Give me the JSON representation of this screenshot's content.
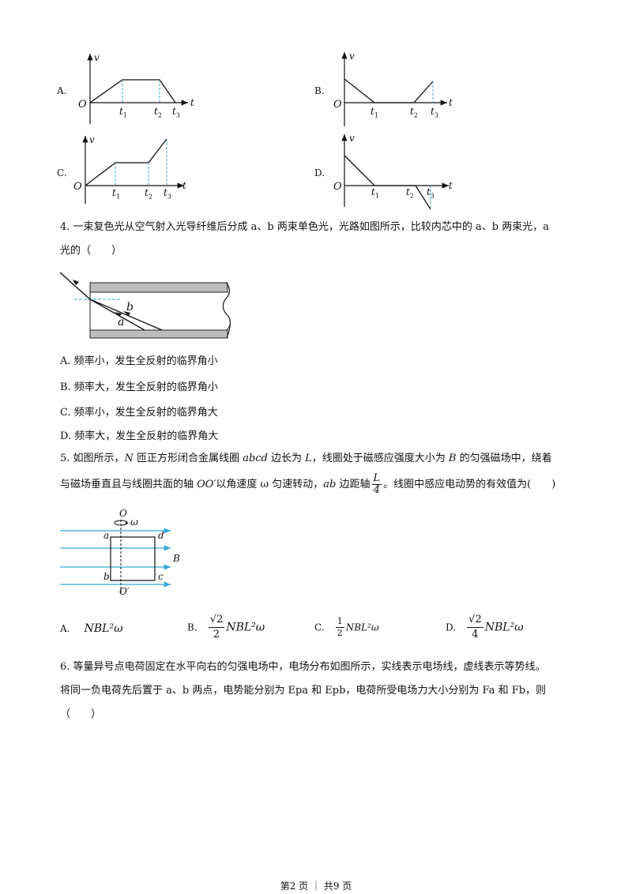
{
  "q3_options": {
    "A": "A.",
    "B": "B.",
    "C": "C.",
    "D": "D.",
    "v": "v",
    "o": "O",
    "t1": "t",
    "t2": "t",
    "t3": "t",
    "t": "t",
    "s1": "1",
    "s2": "2",
    "s3": "3"
  },
  "q4": {
    "line1": "4. 一束复色光从空气射入光导纤维后分成 a、b 两束单色光，光路如图所示，比较内芯中的 a、b 两束光，a",
    "line2": "光的（　　）",
    "fig_b": "b",
    "fig_a": "a",
    "options": [
      "A. 频率小，发生全反射的临界角小",
      "B. 频率大，发生全反射的临界角小",
      "C. 频率小，发生全反射的临界角大",
      "D. 频率大，发生全反射的临界角大"
    ]
  },
  "q5": {
    "line1_a": "5. 如图所示，",
    "N": "N",
    "line1_b": " 匝正方形闭合金属线圈 ",
    "abcd": "abcd",
    "line1_c": " 边长为 ",
    "L": "L",
    "line1_d": "，线圈处于磁感应强度大小为 ",
    "B": "B",
    "line1_e": " 的匀强磁场中，绕着",
    "line2_a": "与磁场垂直且与线圈共面的轴 ",
    "OO": "OO′",
    "line2_b": "以角速度 ω 匀速转动，",
    "ab": "ab",
    "line2_c": " 边距轴",
    "frac_n": "L",
    "frac_d": "4",
    "line2_d": "。线圈中感应电动势的有效值为(　　)",
    "fig": {
      "O": "O",
      "omega": "ω",
      "a": "a",
      "b": "b",
      "c": "c",
      "d": "d",
      "B": "B",
      "Op": "O′"
    },
    "options": {
      "A_label": "A.",
      "A_text": "NBL²ω",
      "B_label": "B.",
      "B_num": "√2",
      "B_den": "2",
      "B_text": "NBL²ω",
      "C_label": "C.",
      "C_num": "1",
      "C_den": "2",
      "C_text": "NBL²ω",
      "D_label": "D.",
      "D_num": "√2",
      "D_den": "4",
      "D_text": "NBL²ω"
    }
  },
  "q6": {
    "line1": "6. 等量异号点电荷固定在水平向右的匀强电场中，电场分布如图所示，实线表示电场线，虚线表示等势线。",
    "line2": "将同一负电荷先后置于 a、b 两点，电势能分别为 Epa 和 Epb，电荷所受电场力大小分别为 Fa 和 Fb，则（　　）"
  },
  "footer": "第2 页 ｜ 共9 页",
  "colors": {
    "accent": "#35a8d8",
    "fiber": "#bdbdbd"
  }
}
